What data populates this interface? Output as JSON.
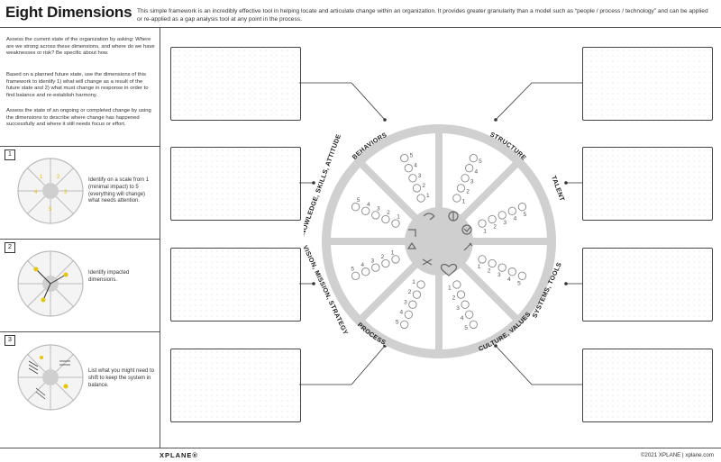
{
  "header": {
    "title": "Eight Dimensions",
    "intro": "This simple framework is an incredibly effective tool in helping locate and articulate change within an organization. It provides greater granularity than a model such as “people / process / technology” and can be applied or re-applied as a gap analysis tool at any point in the process."
  },
  "instructions": [
    "Assess the current state of the organization by asking: Where are we strong across these dimensions, and where do we have weaknesses or risk? Be specific about how.",
    "Based on a planned future state, use the dimensions of this framework to identify 1) what will change as a result of the future state and 2) what must change in response in order to find balance and re-establish harmony.",
    "Assess the state of an ongoing or completed change by using the dimensions to describe where change has happened successfully and where it still needs focus or effort."
  ],
  "steps": [
    {
      "number": "1",
      "text": "Identify on a scale from 1 (minimal impact) to 5 (everything will change) what needs attention."
    },
    {
      "number": "2",
      "text": "Identify impacted dimensions."
    },
    {
      "number": "3",
      "text": "List what you might need to shift to keep the system in balance."
    }
  ],
  "dimensions": {
    "behaviors": "BEHAVIORS",
    "structure": "STRUCTURE",
    "talent": "TALENT",
    "systems": "SYSTEMS, TOOLS",
    "culture": "CULTURE, VALUES",
    "process": "PROCESS",
    "vision": "VISION, MISSION, STRATEGY",
    "knowledge": "KNOWLEDGE, SKILLS, ATTITUDE"
  },
  "scale": [
    "1",
    "2",
    "3",
    "4",
    "5"
  ],
  "footer": {
    "logo": "XPLANE®",
    "copyright": "©2021 XPLANE | xplane.com"
  }
}
